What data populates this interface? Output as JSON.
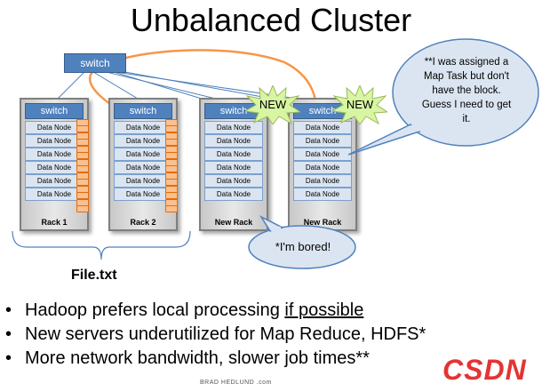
{
  "title": "Unbalanced Cluster",
  "top_switch_label": "switch",
  "racks": [
    {
      "switch_label": "switch",
      "nodes": [
        "Data Node",
        "Data Node",
        "Data Node",
        "Data Node",
        "Data Node",
        "Data Node"
      ],
      "label": "Rack 1"
    },
    {
      "switch_label": "switch",
      "nodes": [
        "Data Node",
        "Data Node",
        "Data Node",
        "Data Node",
        "Data Node",
        "Data Node"
      ],
      "label": "Rack 2"
    },
    {
      "switch_label": "switch",
      "nodes": [
        "Data Node",
        "Data Node",
        "Data Node",
        "Data Node",
        "Data Node",
        "Data Node"
      ],
      "label": "New Rack"
    },
    {
      "switch_label": "switch",
      "nodes": [
        "Data Node",
        "Data Node",
        "Data Node",
        "Data Node",
        "Data Node",
        "Data Node"
      ],
      "label": "New Rack"
    }
  ],
  "new_badges": [
    "NEW",
    "NEW"
  ],
  "callout_assigned": "**I was assigned a Map Task but don't have the block. Guess I need to get it.",
  "callout_bored": "*I'm bored!",
  "file_label": "File.txt",
  "bullets": {
    "b1_text": "Hadoop prefers local processing ",
    "b1_underlined": "if possible",
    "b2_text": "New servers underutilized for Map Reduce, HDFS*",
    "b3_text": "More network bandwidth, slower job times**"
  },
  "bullet_glyph": "•",
  "footer_credit": "BRAD HEDLUND .com",
  "watermark": "CSDN",
  "colors": {
    "switch_fill": "#4f81bd",
    "datanode_fill": "#dbe5f1",
    "block_fill": "#fac090",
    "link_orange": "#f79646",
    "starburst_fill": "#d7f5a3",
    "callout_fill": "#dbe5f1",
    "callout_stroke": "#4f81bd"
  }
}
